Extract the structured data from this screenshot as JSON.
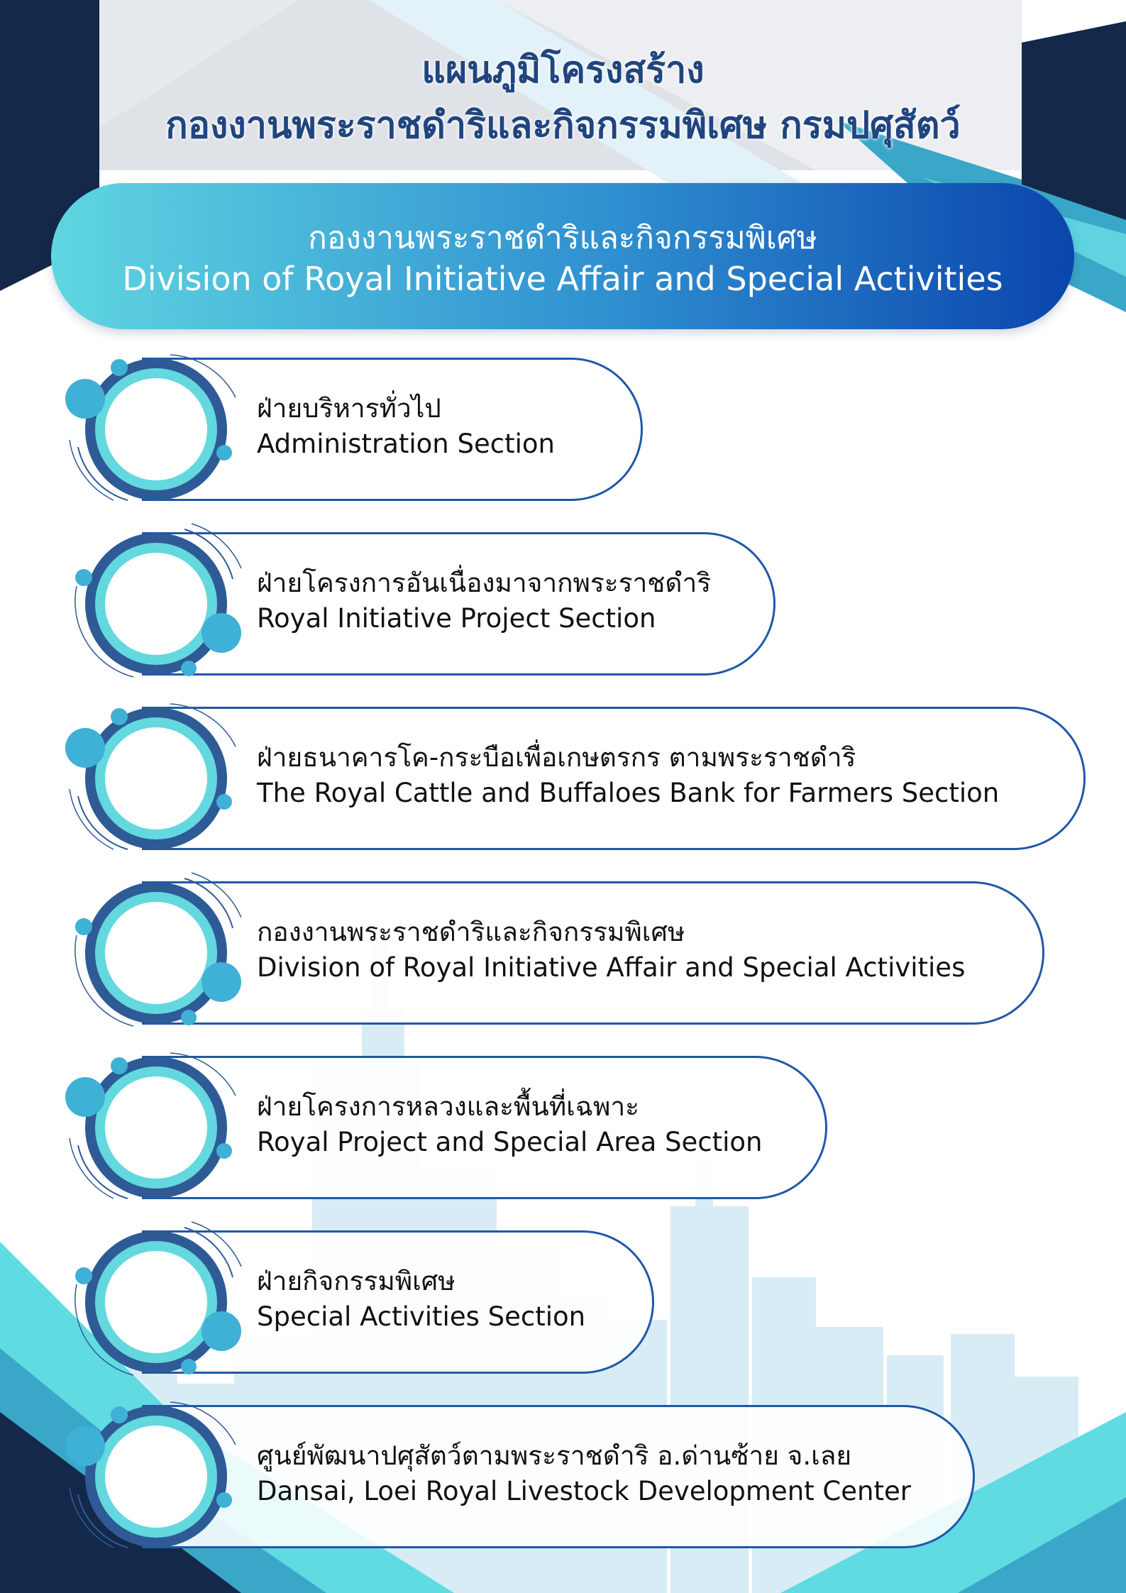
{
  "header": {
    "title_line1": "แผนภูมิโครงสร้าง",
    "title_line2": "กองงานพระราชดำริและกิจกรรมพิเศษ กรมปศุสัตว์"
  },
  "banner": {
    "name_th": "กองงานพระราชดำริและกิจกรรมพิเศษ",
    "name_en": "Division of Royal Initiative Affair and Special Activities"
  },
  "sections": [
    {
      "name_th": "ฝ่ายบริหารทั่วไป",
      "name_en": "Administration Section"
    },
    {
      "name_th": "ฝ่ายโครงการอันเนื่องมาจากพระราชดำริ",
      "name_en": "Royal Initiative Project Section"
    },
    {
      "name_th": "ฝ่ายธนาคารโค-กระบือเพื่อเกษตรกร ตามพระราชดำริ",
      "name_en": "The Royal Cattle and Buffaloes Bank for Farmers Section"
    },
    {
      "name_th": "กองงานพระราชดำริและกิจกรรมพิเศษ",
      "name_en": "Division of Royal Initiative Affair and Special Activities"
    },
    {
      "name_th": "ฝ่ายโครงการหลวงและพื้นที่เฉพาะ",
      "name_en": "Royal Project and Special Area Section"
    },
    {
      "name_th": "ฝ่ายกิจกรรมพิเศษ",
      "name_en": "Special Activities Section"
    },
    {
      "name_th": "ศูนย์พัฒนาปศุสัตว์ตามพระราชดำริ อ.ด่านซ้าย จ.เลย",
      "name_en": "Dansai, Loei Royal Livestock Development Center"
    }
  ],
  "colors": {
    "navy": "#14284a",
    "blue": "#1f58a8",
    "ring_dark": "#2e5b96",
    "ring_light": "#63d8df",
    "cyan": "#5fdbe1",
    "skyline": "#d8ecf5"
  }
}
